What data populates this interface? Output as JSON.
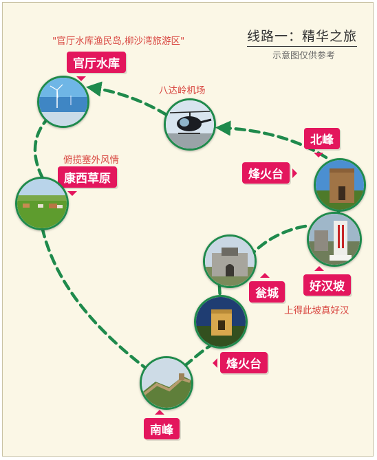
{
  "title": "线路一：精华之旅",
  "subtitle": "示意图仅供参考",
  "notes": {
    "guanting": "\"官厅水库渔民岛,柳沙湾旅游区\"",
    "airport": "八达岭机场",
    "kangxi": "俯揽塞外风情",
    "haohan": "上得此坡真好汉"
  },
  "places": {
    "guanting": "官厅水库",
    "kangxi": "康西草原",
    "beifeng": "北峰",
    "fenghuotai_upper": "烽火台",
    "haohanpo": "好汉坡",
    "wengcheng": "瓮城",
    "fenghuotai_lower": "烽火台",
    "nanfeng": "南峰"
  },
  "route_color": "#1f8a4c",
  "tag_color": "#e3165d",
  "icons": [
    "wind-turbine-reservoir-photo",
    "helicopter-photo",
    "grassland-horses-photo",
    "great-wall-tower-photo",
    "stone-stele-photo",
    "fortress-gate-photo",
    "beacon-tower-photo",
    "great-wall-ridge-photo"
  ]
}
